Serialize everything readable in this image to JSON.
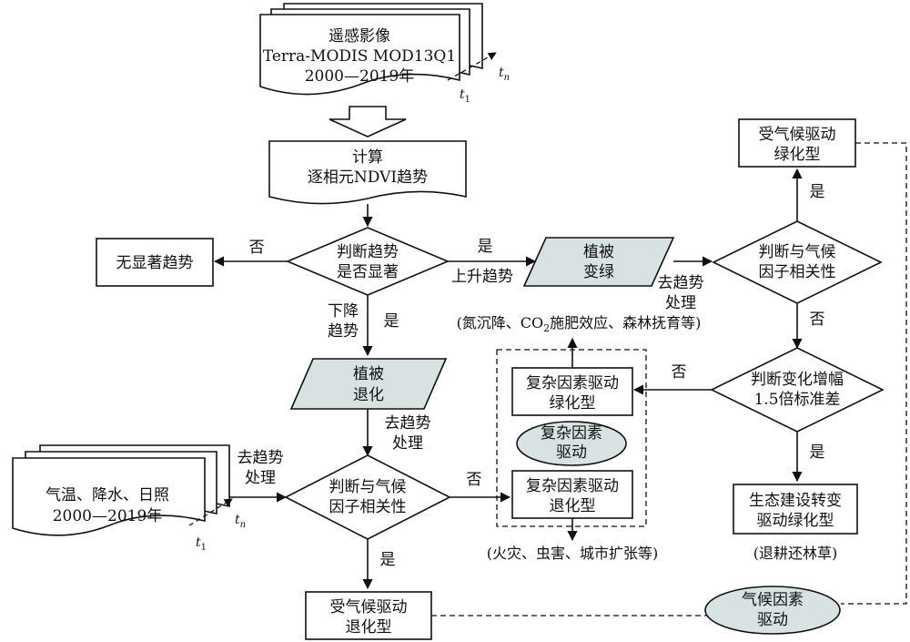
{
  "colors": {
    "line": "#111111",
    "shaded_fill": "#d8e2e2",
    "white_fill": "#ffffff"
  },
  "nodes": {
    "remote_sensing": {
      "line1": "遥感影像",
      "line2": "Terra-MODIS MOD13Q1",
      "line3": "2000—2019年",
      "t_first": "t",
      "t_first_sub": "1",
      "t_last": "t",
      "t_last_sub": "n"
    },
    "calc_trend": {
      "line1": "计算",
      "line2": "逐相元NDVI趋势"
    },
    "judge_trend": {
      "line1": "判断趋势",
      "line2": "是否显著"
    },
    "no_trend": {
      "line1": "无显著趋势"
    },
    "greening": {
      "line1": "植被",
      "line2": "变绿"
    },
    "degradation": {
      "line1": "植被",
      "line2": "退化"
    },
    "judge_climate_top": {
      "line1": "判断与气候",
      "line2": "因子相关性"
    },
    "climate_greening": {
      "line1": "受气候驱动",
      "line2": "绿化型"
    },
    "judge_increase": {
      "line1": "判断变化增幅",
      "line2": "1.5倍标准差"
    },
    "eco_greening": {
      "line1": "生态建设转变",
      "line2": "驱动绿化型"
    },
    "climate_data": {
      "line1": "气温、降水、日照",
      "line2": "2000—2019年",
      "t_first": "t",
      "t_first_sub": "1",
      "t_last": "t",
      "t_last_sub": "n"
    },
    "judge_climate_bottom": {
      "line1": "判断与气候",
      "line2": "因子相关性"
    },
    "climate_degradation": {
      "line1": "受气候驱动",
      "line2": "退化型"
    },
    "complex_greening": {
      "line1": "复杂因素驱动",
      "line2": "绿化型"
    },
    "complex_driver": {
      "line1": "复杂因素",
      "line2": "驱动"
    },
    "complex_degradation": {
      "line1": "复杂因素驱动",
      "line2": "退化型"
    },
    "climate_driver": {
      "line1": "气候因素",
      "line2": "驱动"
    }
  },
  "edge_labels": {
    "no_left": "否",
    "yes_right": "是",
    "rising_trend": "上升趋势",
    "falling_trend_line1": "下降",
    "falling_trend_line2": "趋势",
    "yes_down": "是",
    "detrend_top_line1": "去趋势",
    "detrend_top_line2": "处理",
    "detrend_mid_line1": "去趋势",
    "detrend_mid_line2": "处理",
    "detrend_left_line1": "去趋势",
    "detrend_left_line2": "处理",
    "yes_top_right": "是",
    "no_top_right": "否",
    "no_increase": "否",
    "yes_increase": "是",
    "no_bottom_judge": "否",
    "yes_bottom_judge": "是"
  },
  "notes": {
    "greening_causes_pre": "(氮沉降、CO",
    "greening_causes_sub": "2",
    "greening_causes_post": "施肥效应、森林抚育等)",
    "degradation_causes": "(火灾、虫害、城市扩张等)",
    "eco_causes": "(退耕还林草)"
  }
}
